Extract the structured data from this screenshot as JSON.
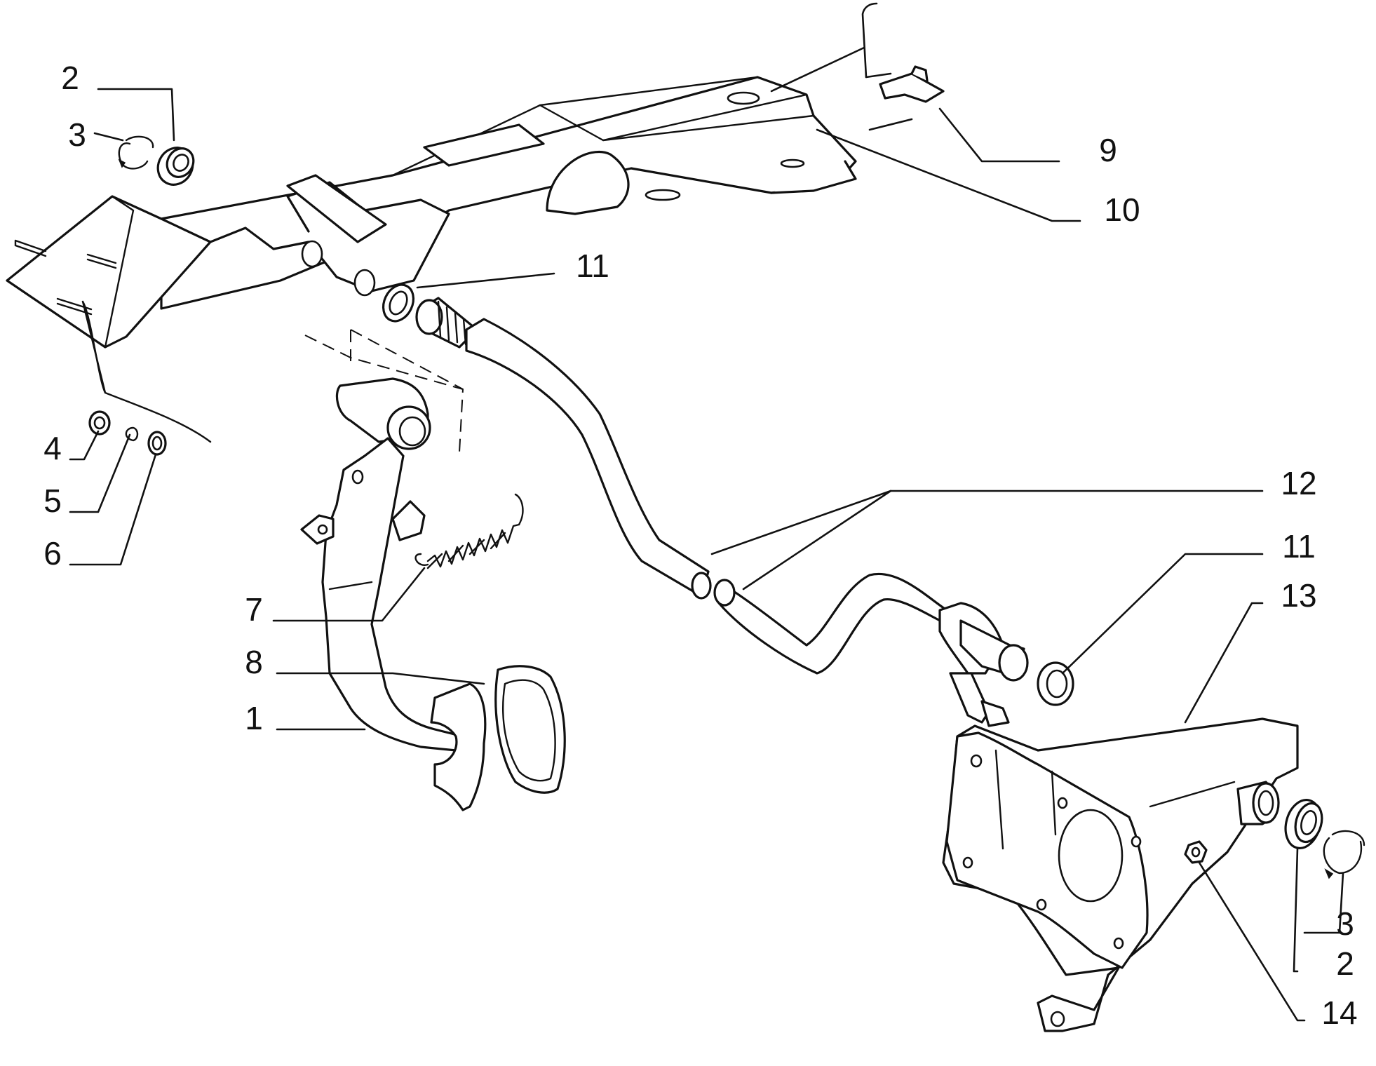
{
  "callouts": [
    {
      "id": "c2a",
      "number": "2"
    },
    {
      "id": "c3a",
      "number": "3"
    },
    {
      "id": "c4",
      "number": "4"
    },
    {
      "id": "c5",
      "number": "5"
    },
    {
      "id": "c6",
      "number": "6"
    },
    {
      "id": "c7",
      "number": "7"
    },
    {
      "id": "c8",
      "number": "8"
    },
    {
      "id": "c1",
      "number": "1"
    },
    {
      "id": "c9",
      "number": "9"
    },
    {
      "id": "c10",
      "number": "10"
    },
    {
      "id": "c11a",
      "number": "11"
    },
    {
      "id": "c12",
      "number": "12"
    },
    {
      "id": "c11b",
      "number": "11"
    },
    {
      "id": "c13",
      "number": "13"
    },
    {
      "id": "c3b",
      "number": "3"
    },
    {
      "id": "c2b",
      "number": "2"
    },
    {
      "id": "c14",
      "number": "14"
    }
  ]
}
